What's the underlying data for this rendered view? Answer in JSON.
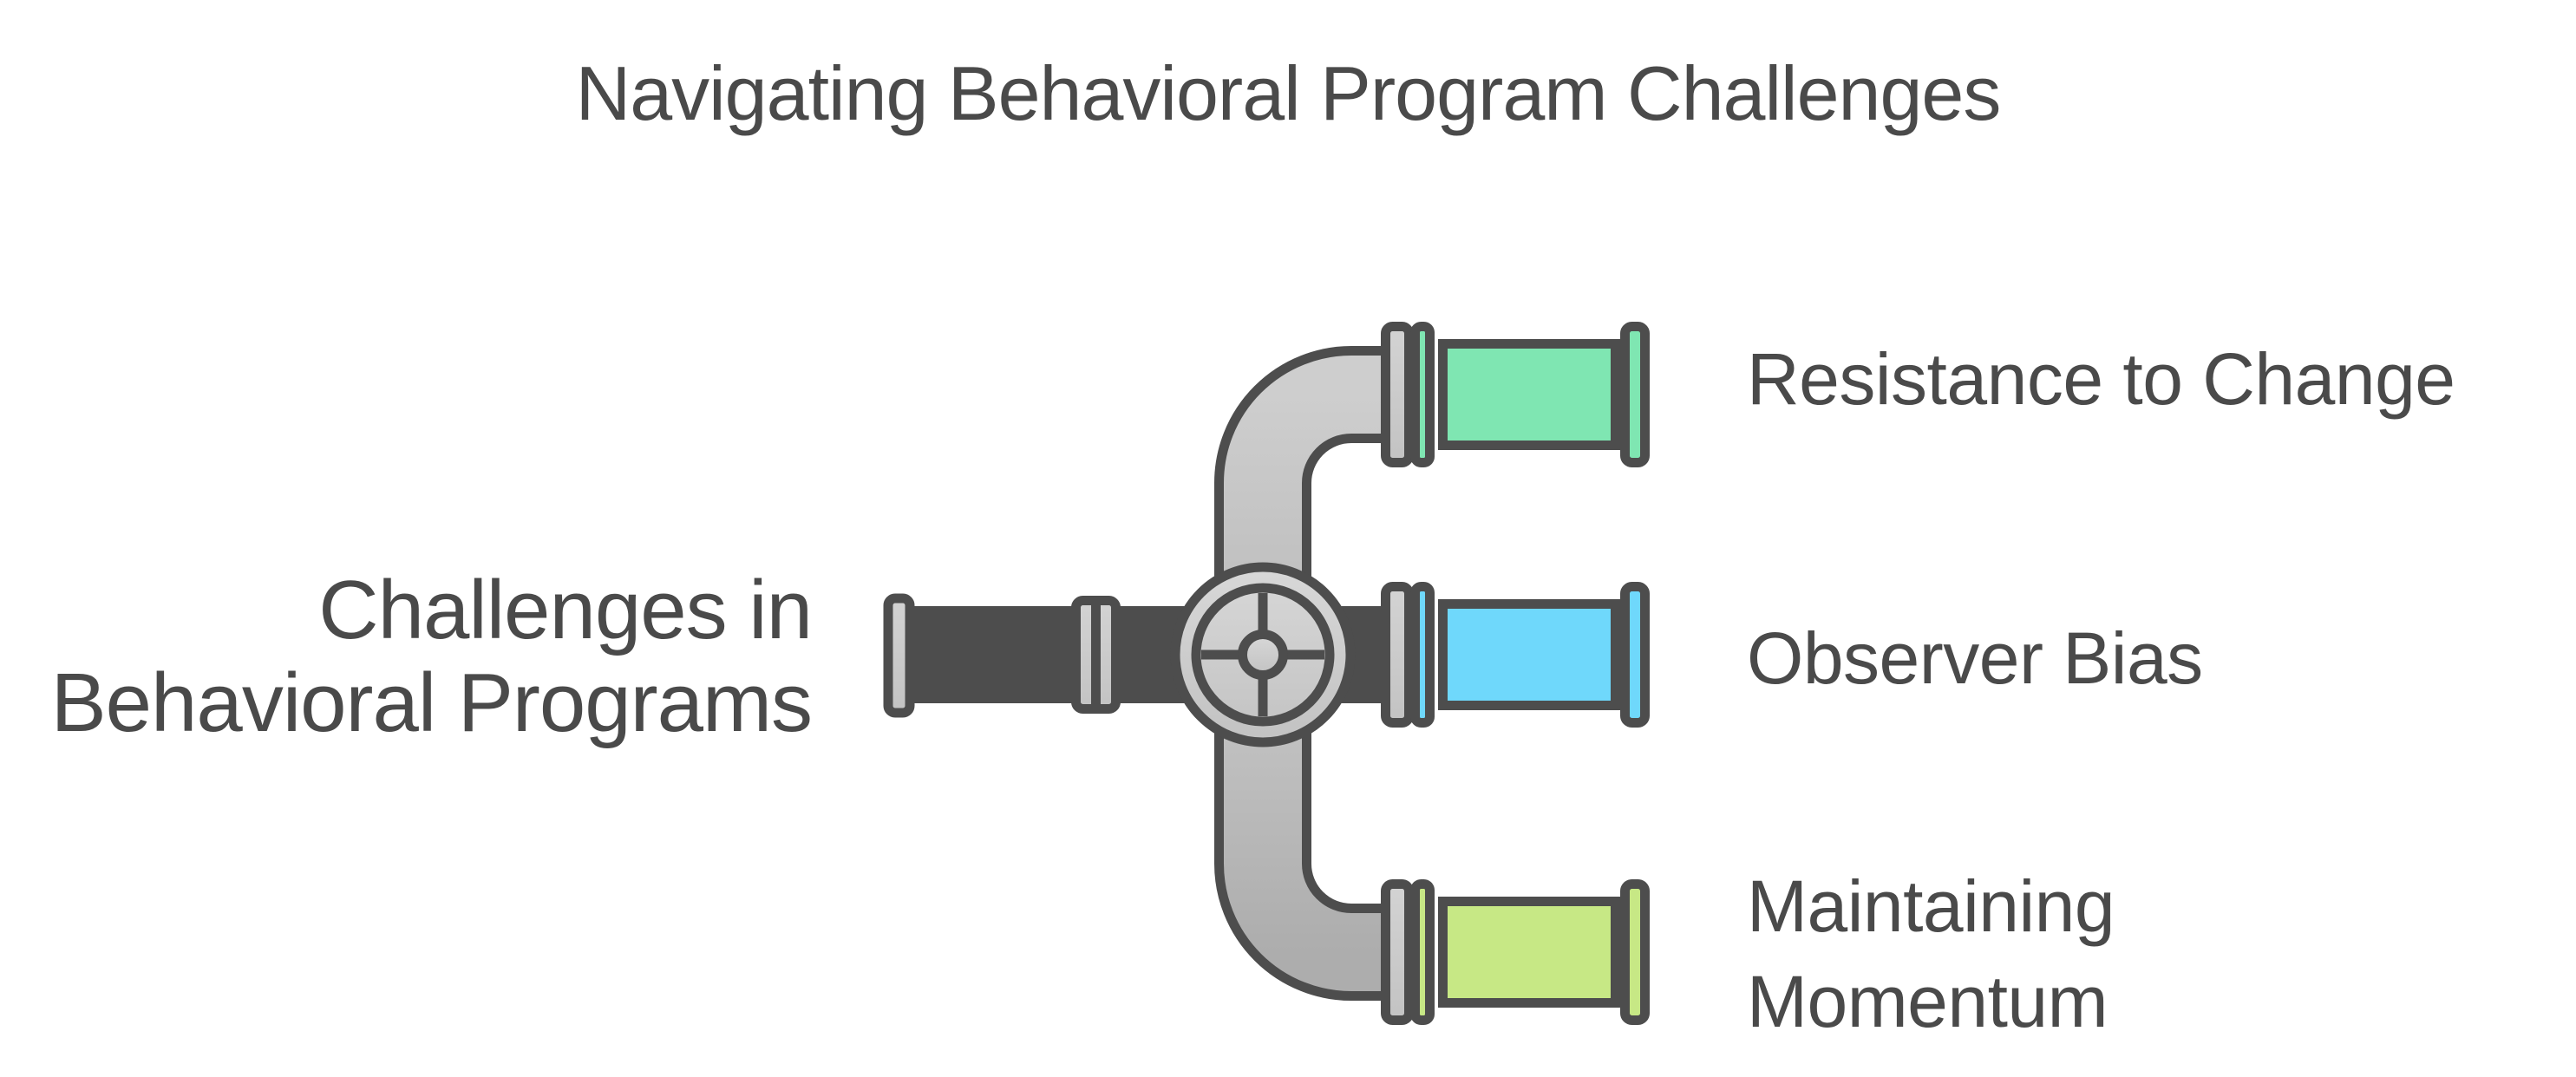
{
  "title": "Navigating Behavioral Program Challenges",
  "source_label": {
    "line1": "Challenges in",
    "line2": "Behavioral Programs"
  },
  "branches": [
    {
      "label_line1": "Resistance to Change",
      "label_line2": "",
      "color": "#7fe6b2"
    },
    {
      "label_line1": "Observer Bias",
      "label_line2": "",
      "color": "#6fd8fb"
    },
    {
      "label_line1": "Maintaining",
      "label_line2": "Momentum",
      "color": "#c7e885"
    }
  ],
  "colors": {
    "pipe_gray": "#c9c9c9",
    "outline": "#4d4d4d",
    "text": "#4a4a4a",
    "background": "#ffffff"
  }
}
